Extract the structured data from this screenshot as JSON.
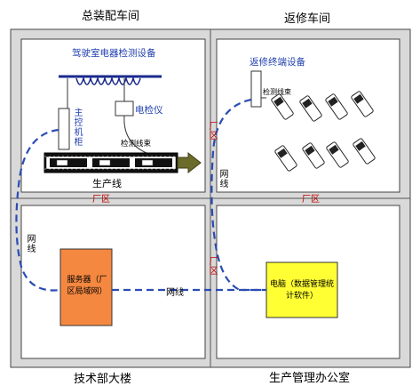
{
  "areas": {
    "top_left": "总装配车间",
    "top_right": "返修车间",
    "bottom_left": "技术部大楼",
    "bottom_right": "生产管理办公室"
  },
  "labels": {
    "cab_equipment": "驾驶室电器检测设备",
    "main_cabinet": "主控机柜",
    "tester": "电检仪",
    "test_harness": "检测线束",
    "production_line": "生产线",
    "rework_terminal": "返修终端设备",
    "rework_harness": "检测线束",
    "network": "网线",
    "network_h": "网线",
    "plant_area": "厂区",
    "server": "服务器（厂区局域网）",
    "computer": "电脑（数据管理统计软件）"
  },
  "colors": {
    "bg_region": "#d9d9d9",
    "panel": "#ffffff",
    "server": "#f58840",
    "computer": "#ffff33",
    "network_line": "#2a4cb3",
    "arrow": "#6b6b2a",
    "coil": "#1a2a8c"
  }
}
